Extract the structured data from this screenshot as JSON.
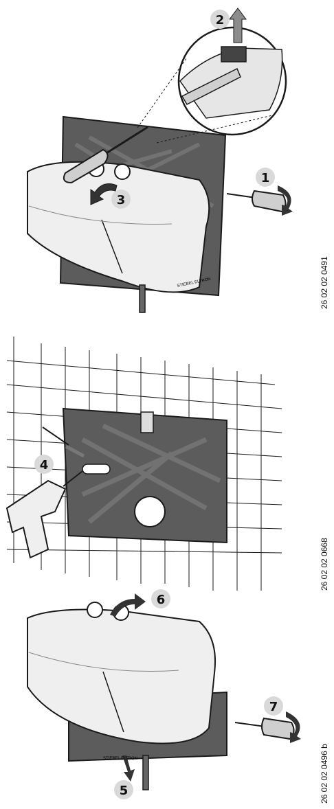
{
  "steps": [
    {
      "number": "1"
    },
    {
      "number": "2"
    },
    {
      "number": "3"
    },
    {
      "number": "4"
    },
    {
      "number": "5"
    },
    {
      "number": "6"
    },
    {
      "number": "7"
    }
  ],
  "figure_codes": {
    "figure1": "26 02 02 0491",
    "figure2": "26 02 02 0668",
    "figure3": "26 02 02 0496 b"
  },
  "brand_label": "STIEBEL ELTRON",
  "colors": {
    "badge_fill": "#d9d9d9",
    "outline": "#1a1a1a",
    "plate_fill": "#5c5c5c",
    "cover_fill": "#efefef",
    "arrow_fill": "#8c8c8c"
  }
}
